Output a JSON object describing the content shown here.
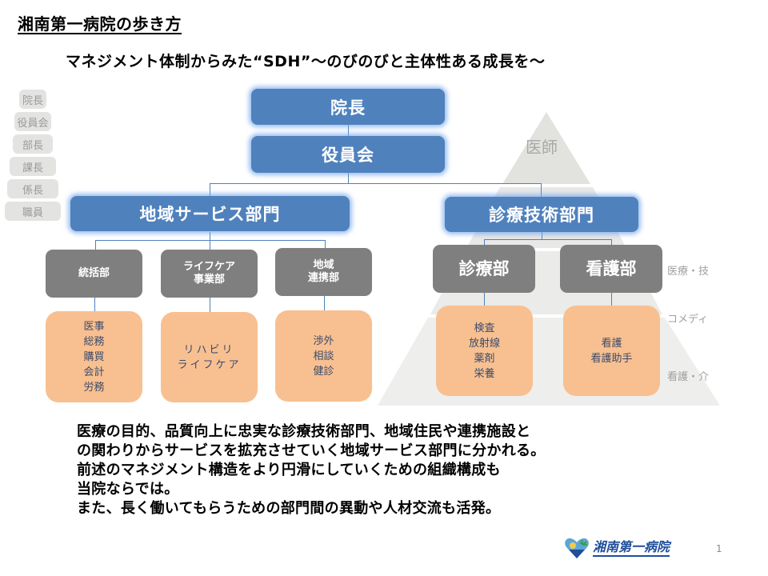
{
  "slide": {
    "title": "湘南第一病院の歩き方",
    "subtitle": "マネジメント体制からみた“SDH”～のびのびと主体性ある成長を～",
    "page_number": "1"
  },
  "watermark_left": {
    "levels": [
      "院長",
      "役員会",
      "部長",
      "課長",
      "係長",
      "職員"
    ]
  },
  "watermark_right": {
    "levels": [
      "医師",
      "医療・技",
      "コメディ",
      "看護・介"
    ]
  },
  "org_chart": {
    "top": [
      {
        "label": "院長"
      },
      {
        "label": "役員会"
      }
    ],
    "divisions": [
      {
        "label": "地域サービス部門",
        "departments": [
          {
            "label": "統括部",
            "sections": [
              "医事",
              "総務",
              "購買",
              "会計",
              "労務"
            ]
          },
          {
            "label_lines": [
              "ライフケア",
              "事業部"
            ],
            "sections": [
              "リハビリ",
              "ライフケア"
            ]
          },
          {
            "label_lines": [
              "地域",
              "連携部"
            ],
            "sections": [
              "渉外",
              "相談",
              "健診"
            ]
          }
        ]
      },
      {
        "label": "診療技術部門",
        "departments": [
          {
            "label": "診療部",
            "sections": [
              "検査",
              "放射線",
              "薬剤",
              "栄養"
            ]
          },
          {
            "label": "看護部",
            "sections": [
              "看護",
              "看護助手"
            ]
          }
        ]
      }
    ]
  },
  "body_text": [
    "医療の目的、品質向上に忠実な診療技術部門、地域住民や連携施設と",
    "の関わりからサービスを拡充させていく地域サービス部門に分かれる。",
    "前述のマネジメント構造をより円滑にしていくための組織構成も",
    "当院ならでは。",
    "また、長く働いてもらうための部門間の異動や人材交流も活発。"
  ],
  "logo": {
    "text": "湘南第一病院"
  },
  "colors": {
    "blue": "#4f81bd",
    "gray": "#7f7f7f",
    "orange": "#f8c090",
    "watermark": "#e3e3e1"
  }
}
